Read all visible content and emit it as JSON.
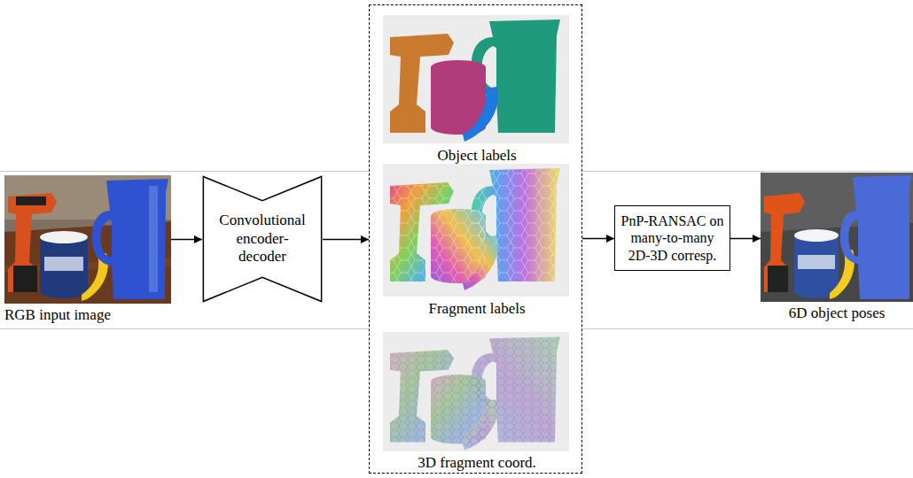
{
  "diagram": {
    "nodes": [
      {
        "text": [
          "RGB input image"
        ]
      },
      {
        "text": [
          "Convolutional encoder-decoder"
        ]
      },
      {
        "text": []
      },
      {
        "text": [
          "Object labels"
        ],
        "in": 2
      },
      {
        "text": [
          "Fragment labels"
        ],
        "in": 2
      },
      {
        "text": [
          "3D fragment coord."
        ],
        "in": 2
      },
      {
        "text": [
          "PnP-RANSAC on many-to-many 2D-3D corresp."
        ]
      },
      {
        "text": [
          "6D object poses"
        ]
      }
    ],
    "edges": [
      {
        "from": 0,
        "to": 1,
        "arrow": "to"
      },
      {
        "from": 1,
        "to": 2,
        "arrow": "to"
      },
      {
        "from": 2,
        "to": 6,
        "arrow": "to"
      },
      {
        "from": 6,
        "to": 7,
        "arrow": "to"
      }
    ]
  }
}
